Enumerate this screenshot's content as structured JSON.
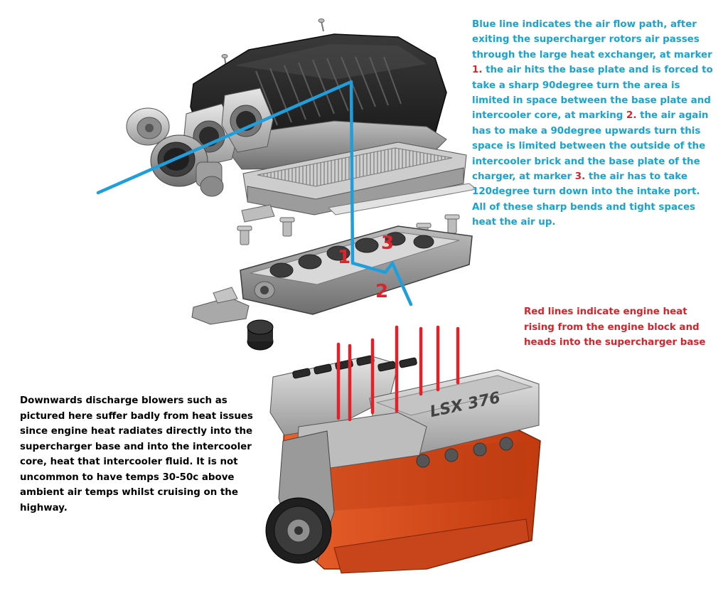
{
  "annotations": {
    "blue_note": {
      "part1": "Blue line indicates the air flow path, after exiting the supercharger rotors air passes through the large heat exchanger, at marker ",
      "marker1": "1.",
      "part2": " the air hits the base plate and is forced to take a sharp 90degree turn the area is limited in space between the base plate and intercooler core, at marking ",
      "marker2": "2.",
      "part3": " the air again has to make a 90degree upwards turn this space is limited between the outside of the intercooler brick and the base plate of the charger, at marker ",
      "marker3": "3.",
      "part4": " the air has to take 120degree turn down into the intake port. All of these sharp bends and tight spaces heat the air up."
    },
    "red_note": "Red lines indicate engine heat rising from the engine block and heads into the supercharger base",
    "black_note": "Downwards discharge blowers such as pictured here suffer badly from heat issues since engine heat radiates directly into the supercharger base and into the intercooler core, heat that intercooler fluid. It is not uncommon to have temps 30-50c above ambient air temps whilst cruising on the highway."
  },
  "markers": {
    "m1": "1",
    "m2": "2",
    "m3": "3"
  },
  "engine": {
    "cover_label": "LSX 376"
  },
  "colors": {
    "airflow_line": "#1e9fdc",
    "heat_lines": "#e0232a",
    "blue_text": "#1ba3cf",
    "red_text": "#d8232a",
    "engine_block": "#d94a1c"
  }
}
